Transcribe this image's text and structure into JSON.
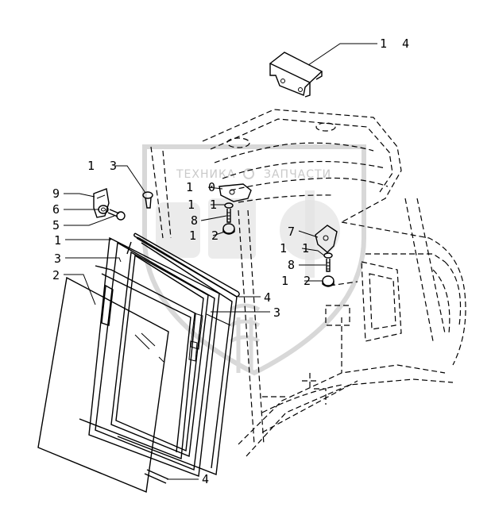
{
  "watermark": {
    "left_text": "ТЕХНИКА",
    "right_text": "ЗАПЧАСТИ",
    "color": "#d0d0d0"
  },
  "callouts": {
    "c14": "1 4",
    "c13": "1 3",
    "c9": "9",
    "c6": "6",
    "c5": "5",
    "c1": "1",
    "c3a": "3",
    "c2": "2",
    "c10": "1 0",
    "c11a": "1 1",
    "c8a": "8",
    "c12a": "1 2",
    "c7": "7",
    "c11b": "1 1",
    "c8b": "8",
    "c12b": "1 2",
    "c4a": "4",
    "c3b": "3",
    "c4b": "4"
  }
}
